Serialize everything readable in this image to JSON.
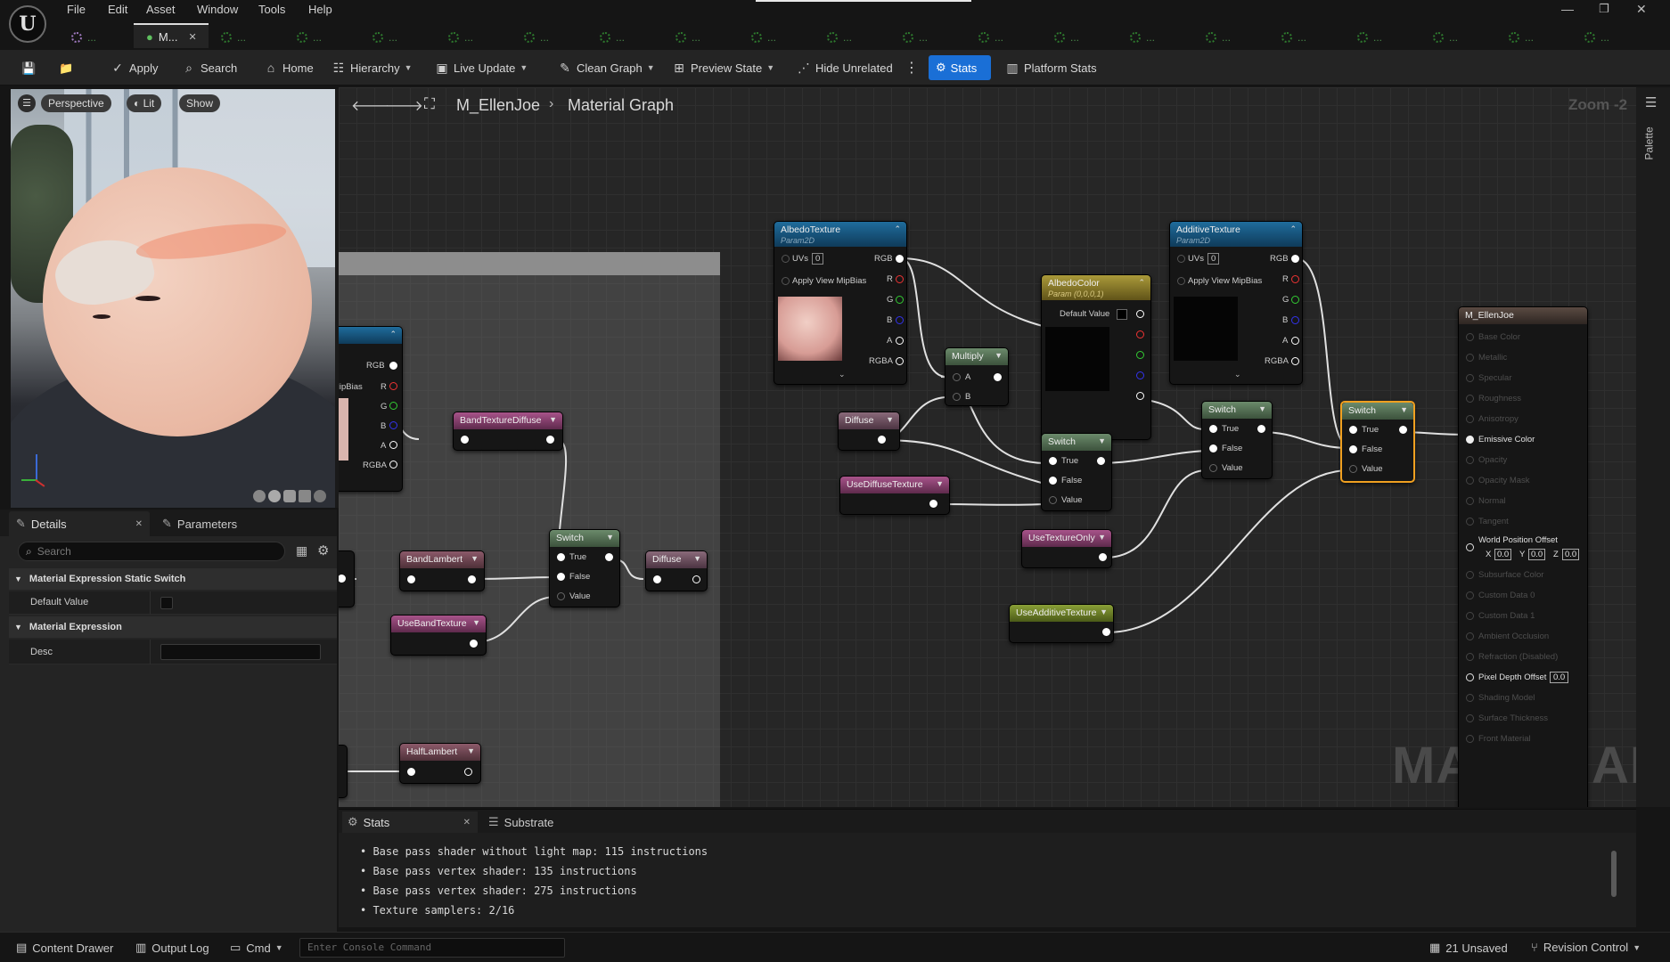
{
  "menu": {
    "items": [
      "File",
      "Edit",
      "Asset",
      "Window",
      "Tools",
      "Help"
    ]
  },
  "logo": {
    "glyph": "U"
  },
  "tabs": {
    "active_label": "M...",
    "close_glyph": "✕",
    "dots_label": "..."
  },
  "window_controls": {
    "minimize": "—",
    "maximize": "❐",
    "close": "✕"
  },
  "toolbar": {
    "apply": "Apply",
    "search": "Search",
    "home": "Home",
    "hierarchy": "Hierarchy",
    "live_update": "Live Update",
    "clean_graph": "Clean Graph",
    "preview_state": "Preview State",
    "hide_unrelated": "Hide Unrelated",
    "stats": "Stats",
    "platform_stats": "Platform Stats"
  },
  "viewport": {
    "perspective": "Perspective",
    "lit": "Lit",
    "show": "Show"
  },
  "details": {
    "tab_details": "Details",
    "tab_parameters": "Parameters",
    "search_placeholder": "Search",
    "section1": "Material Expression Static Switch",
    "default_value_label": "Default Value",
    "section2": "Material Expression",
    "desc_label": "Desc"
  },
  "graph": {
    "breadcrumb_root": "M_EllenJoe",
    "breadcrumb_child": "Material Graph",
    "zoom": "Zoom -2",
    "palette": "Palette",
    "watermark": "MATERIAL"
  },
  "nodes": {
    "albedo_texture": {
      "title": "AlbedoTexture",
      "sub": "Param2D",
      "uvs": "UVs",
      "uvs_val": "0",
      "mip": "Apply View MipBias",
      "rgb": "RGB",
      "r": "R",
      "g": "G",
      "b": "B",
      "a": "A",
      "rgba": "RGBA"
    },
    "additive_texture": {
      "title": "AdditiveTexture",
      "sub": "Param2D",
      "uvs": "UVs",
      "uvs_val": "0",
      "mip": "Apply View MipBias",
      "rgb": "RGB",
      "r": "R",
      "g": "G",
      "b": "B",
      "a": "A",
      "rgba": "RGBA"
    },
    "albedo_color": {
      "title": "AlbedoColor",
      "sub": "Param (0,0,0,1)",
      "default_value": "Default Value"
    },
    "multiply": {
      "title": "Multiply",
      "a": "A",
      "b": "B"
    },
    "diffuse1": {
      "title": "Diffuse"
    },
    "use_diffuse_texture": {
      "title": "UseDiffuseTexture"
    },
    "switch1": {
      "title": "Switch",
      "t": "True",
      "f": "False",
      "v": "Value"
    },
    "switch2": {
      "title": "Switch",
      "t": "True",
      "f": "False",
      "v": "Value"
    },
    "switch3": {
      "title": "Switch",
      "t": "True",
      "f": "False",
      "v": "Value"
    },
    "switch4": {
      "title": "Switch",
      "t": "True",
      "f": "False",
      "v": "Value"
    },
    "use_texture_only": {
      "title": "UseTextureOnly"
    },
    "use_additive_texture": {
      "title": "UseAdditiveTexture"
    },
    "band_texture_diffuse": {
      "title": "BandTextureDiffuse"
    },
    "band_lambert": {
      "title": "BandLambert"
    },
    "use_band_texture": {
      "title": "UseBandTexture"
    },
    "diffuse2": {
      "title": "Diffuse"
    },
    "half_lambert": {
      "title": "HalfLambert"
    },
    "left_tex": {
      "mip": "MipBias",
      "rgb": "RGB",
      "r": "R",
      "g": "G",
      "b": "B",
      "a": "A",
      "rgba": "RGBA"
    }
  },
  "result_node": {
    "title": "M_EllenJoe",
    "props": [
      "Base Color",
      "Metallic",
      "Specular",
      "Roughness",
      "Anisotropy",
      "Emissive Color",
      "Opacity",
      "Opacity Mask",
      "Normal",
      "Tangent",
      "World Position Offset",
      "Subsurface Color",
      "Custom Data 0",
      "Custom Data 1",
      "Ambient Occlusion",
      "Refraction (Disabled)",
      "Pixel Depth Offset",
      "Shading Model",
      "Surface Thickness",
      "Front Material"
    ],
    "wpo_x": "X",
    "wpo_y": "Y",
    "wpo_z": "Z",
    "wpo_val": "0.0",
    "pdo_val": "0.0"
  },
  "bottom": {
    "tab_stats": "Stats",
    "tab_substrate": "Substrate",
    "lines": [
      "Base pass shader without light map: 115 instructions",
      "Base pass vertex shader: 135 instructions",
      "Base pass vertex shader: 275 instructions",
      "Texture samplers: 2/16"
    ]
  },
  "status": {
    "content_drawer": "Content Drawer",
    "output_log": "Output Log",
    "cmd": "Cmd",
    "console_placeholder": "Enter Console Command",
    "unsaved": "21 Unsaved",
    "revision": "Revision Control"
  },
  "colors": {
    "accent": "#1a6fd6",
    "selected": "#f0a020",
    "graph_bg": "#262626"
  }
}
